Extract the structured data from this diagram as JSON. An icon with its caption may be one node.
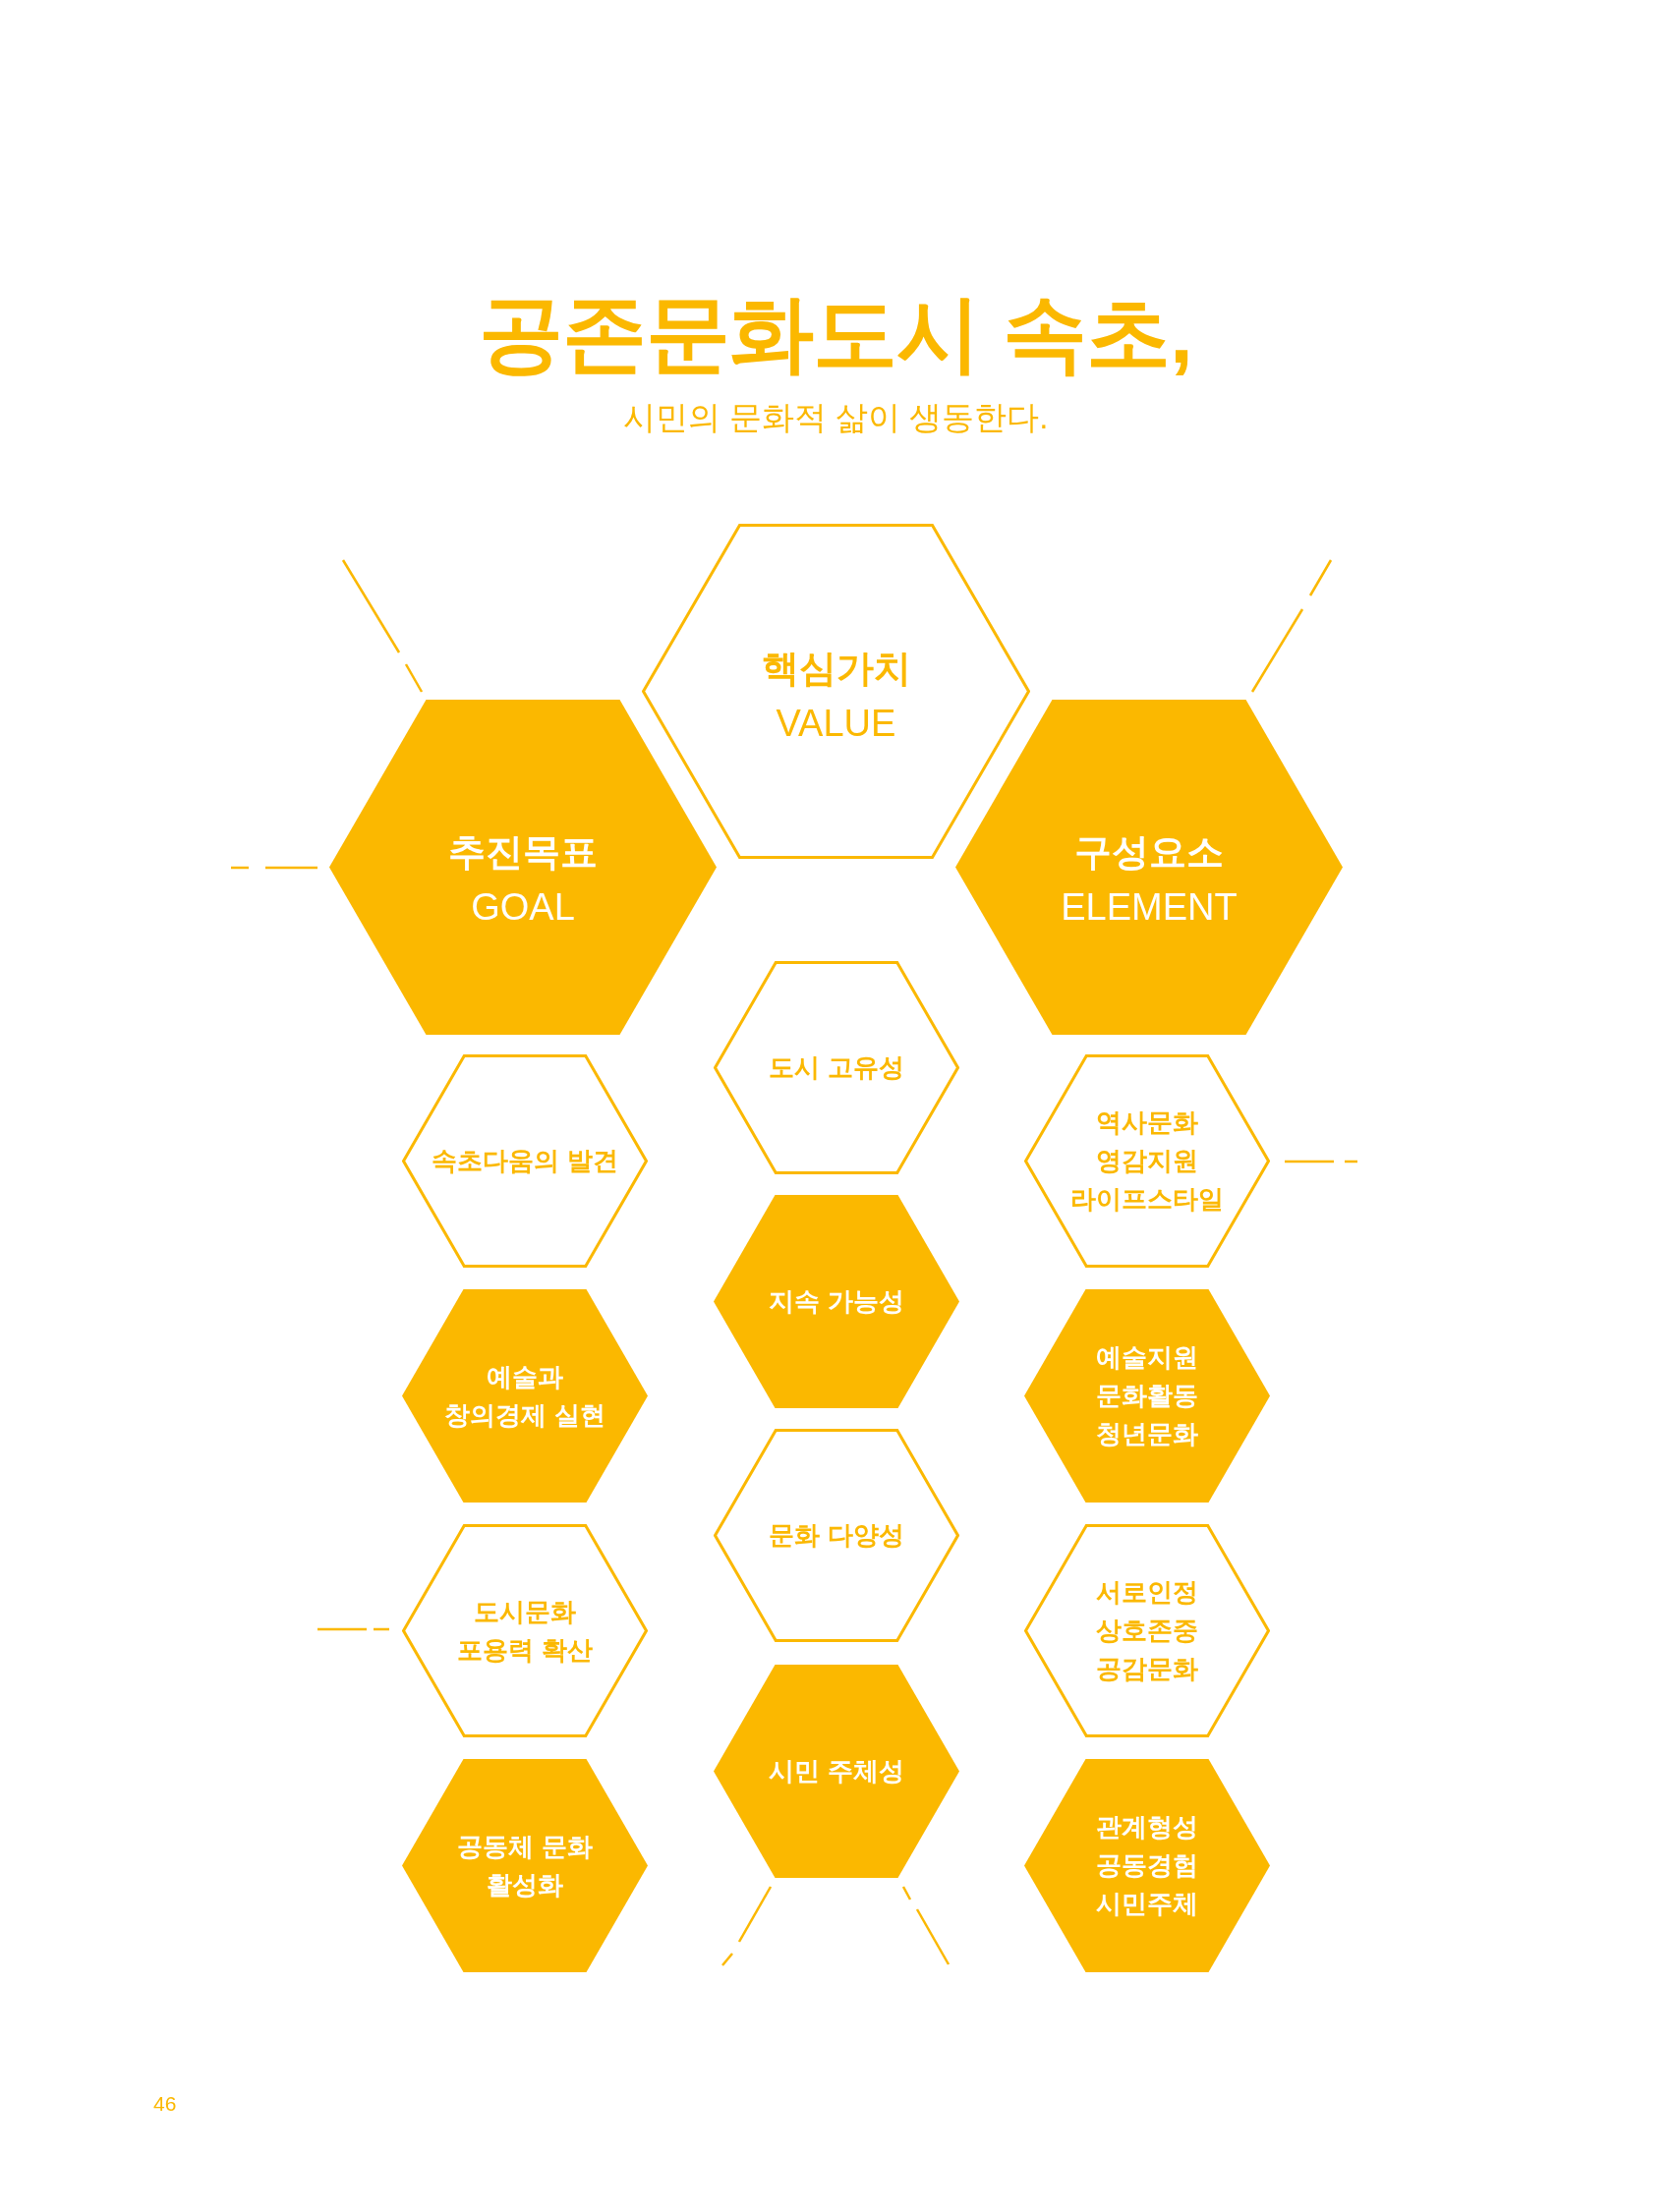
{
  "diagram": {
    "title": "공존문화도시 속초,",
    "nodes": [
      {
        "text": [
          "핵심가치",
          "VALUE"
        ]
      },
      {
        "text": [
          "추진목표",
          "GOAL"
        ]
      },
      {
        "text": [
          "구성요소",
          "ELEMENT"
        ]
      },
      {
        "text": [
          "도시 고유성"
        ]
      },
      {
        "text": [
          "속초다움의 발견"
        ]
      },
      {
        "text": [
          "역사문화 영감지원 라이프스타일"
        ]
      },
      {
        "text": [
          "지속 가능성"
        ]
      },
      {
        "text": [
          "예술과 창의경제 실현"
        ]
      },
      {
        "text": [
          "예술지원 문화활동 청년문화"
        ]
      },
      {
        "text": [
          "문화 다양성"
        ]
      },
      {
        "text": [
          "도시문화 포용력 확산"
        ]
      },
      {
        "text": [
          "서로인정 상호존중 공감문화"
        ]
      },
      {
        "text": [
          "시민 주체성"
        ]
      },
      {
        "text": [
          "공동체 문화 활성화"
        ]
      },
      {
        "text": [
          "관계형성 공동경험 시민주체"
        ]
      }
    ],
    "labels": [
      "시민의 문화적 삶이 생동한다.",
      "46"
    ]
  }
}
